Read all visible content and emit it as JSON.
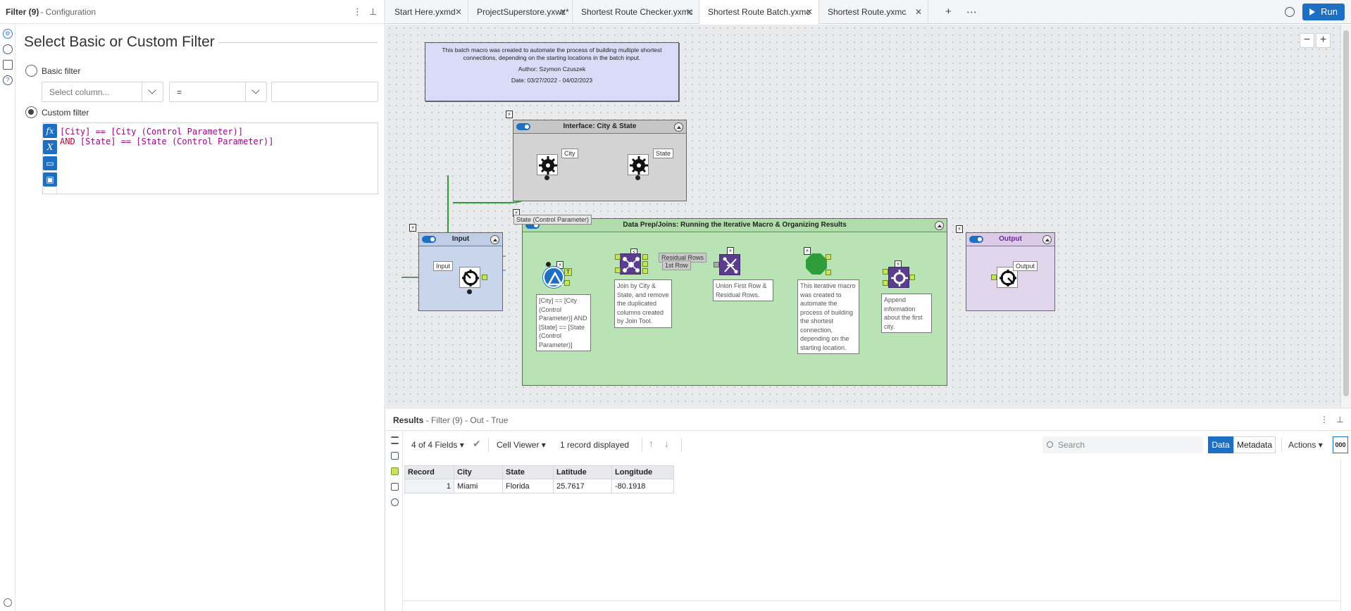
{
  "left_panel": {
    "title": "Filter (9)",
    "subtitle": "- Configuration",
    "heading": "Select Basic or Custom Filter",
    "basic_label": "Basic filter",
    "column_placeholder": "Select column...",
    "operator_value": "=",
    "custom_label": "Custom filter",
    "expr_line1": "[City] == [City (Control Parameter)]",
    "expr_line2_kw": "AND",
    "expr_line2": " [State] == [State (Control Parameter)]",
    "editor_icons": [
      "function-icon",
      "variable-icon",
      "open-icon",
      "save-icon"
    ]
  },
  "tabs": [
    {
      "label": "Start Here.yxmd"
    },
    {
      "label": "ProjectSuperstore.yxwz*"
    },
    {
      "label": "Shortest Route Checker.yxmc"
    },
    {
      "label": "Shortest Route Batch.yxmc"
    },
    {
      "label": "Shortest Route.yxmc"
    }
  ],
  "active_tab": "Shortest Route Batch.yxmc",
  "run_label": "Run",
  "canvas": {
    "comment": {
      "line1": "This batch macro was created to automate the process of building multiple shortest",
      "line2": "connections, depending on the starting locations in the batch input.",
      "author": "Author: Szymon Czuszek",
      "date": "Date: 03/27/2022 - 04/02/2023"
    },
    "interface_container": "Interface: City & State",
    "city_label": "City",
    "state_label": "State",
    "input_container": "Input",
    "input_label": "Input",
    "dataprep_container": "Data Prep/Joins: Running the Iterative Macro & Organizing Results",
    "control_param_label": "State (Control Parameter)",
    "output_container": "Output",
    "output_label": "Output",
    "filter_anno": "[City] == [City (Control Parameter)] AND [State] == [State (Control Parameter)]",
    "join_anno": "Join by City & State, and remove the duplicated columns created by Join Tool.",
    "residual_label": "Residual Rows",
    "first_row_label": "1st Row",
    "union_anno": "Union First Row & Residual Rows.",
    "iter_anno": "This iterative macro was created to automate the process of building the shortest connection, depending on the starting location.",
    "append_anno": "Append information about the first city."
  },
  "results": {
    "title": "Results",
    "subtitle": "- Filter (9) - Out - True",
    "fields": "4 of 4 Fields",
    "cell_viewer": "Cell Viewer",
    "records": "1 record displayed",
    "search_placeholder": "Search",
    "data_btn": "Data",
    "metadata_btn": "Metadata",
    "actions": "Actions",
    "num_btn": "000",
    "columns": [
      "Record",
      "City",
      "State",
      "Latitude",
      "Longitude"
    ],
    "rows": [
      [
        "1",
        "Miami",
        "Florida",
        "25.7617",
        "-80.1918"
      ]
    ]
  },
  "colors": {
    "accent": "#1d6fc4",
    "input_container": "#c9d5ea",
    "dataprep_container": "#b9e3b4",
    "output_container": "#e2d6ec",
    "comment": "#d9dcf7"
  }
}
